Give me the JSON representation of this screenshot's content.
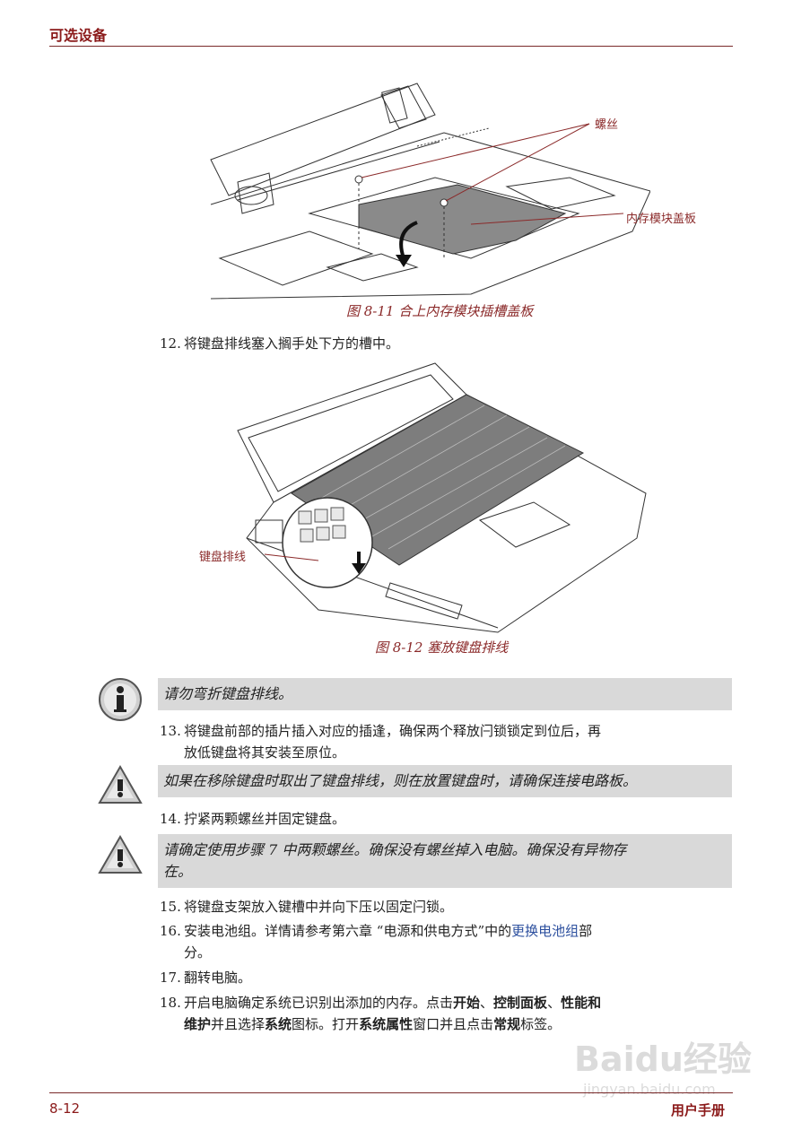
{
  "header": {
    "title": "可选设备"
  },
  "figure1": {
    "callout_screw": "螺丝",
    "callout_cover": "内存模块盖板",
    "caption": "图 8-11 合上内存模块插槽盖板"
  },
  "step12": {
    "num": "12.",
    "text": "将键盘排线塞入搁手处下方的槽中。"
  },
  "figure2": {
    "callout_cable": "键盘排线",
    "caption": "图 8-12 塞放键盘排线"
  },
  "note1": {
    "icon": "info-icon",
    "text": "请勿弯折键盘排线。"
  },
  "step13": {
    "num": "13.",
    "line1": "将键盘前部的插片插入对应的插逢，确保两个释放闩锁锁定到位后，再",
    "line2": "放低键盘将其安装至原位。"
  },
  "caution1": {
    "icon": "warning-icon",
    "text": "如果在移除键盘时取出了键盘排线，则在放置键盘时，请确保连接电路板。"
  },
  "step14": {
    "num": "14.",
    "text": "拧紧两颗螺丝并固定键盘。"
  },
  "caution2": {
    "icon": "warning-icon",
    "line1": "请确定使用步骤 7 中两颗螺丝。确保没有螺丝掉入电脑。确保没有异物存",
    "line2": "在。"
  },
  "step15": {
    "num": "15.",
    "text": "将键盘支架放入键槽中并向下压以固定闩锁。"
  },
  "step16": {
    "num": "16.",
    "text_a": "安装电池组。详情请参考第六章 “电源和供电方式”中的",
    "link": "更换电池组",
    "text_b": "部",
    "line2": "分。"
  },
  "step17": {
    "num": "17.",
    "text": "翻转电脑。"
  },
  "step18": {
    "num": "18.",
    "t1": "开启电脑确定系统已识别出添加的内存。点击",
    "b1": "开始",
    "t2": "、",
    "b2": "控制面板",
    "t3": "、",
    "b3": "性能和",
    "b4": "维护",
    "t4": "并且选择",
    "b5": "系统",
    "t5": "图标。打开",
    "b6": "系统属性",
    "t6": "窗口并且点击",
    "b7": "常规",
    "t7": "标签。"
  },
  "footer": {
    "page": "8-12",
    "manual": "用户手册"
  },
  "watermark": {
    "brand": "Baidu经验",
    "url": "jingyan.baidu.com"
  },
  "colors": {
    "accent": "#8b1a1a",
    "link": "#2c4f9e",
    "note_bg": "#d9d9d9"
  }
}
